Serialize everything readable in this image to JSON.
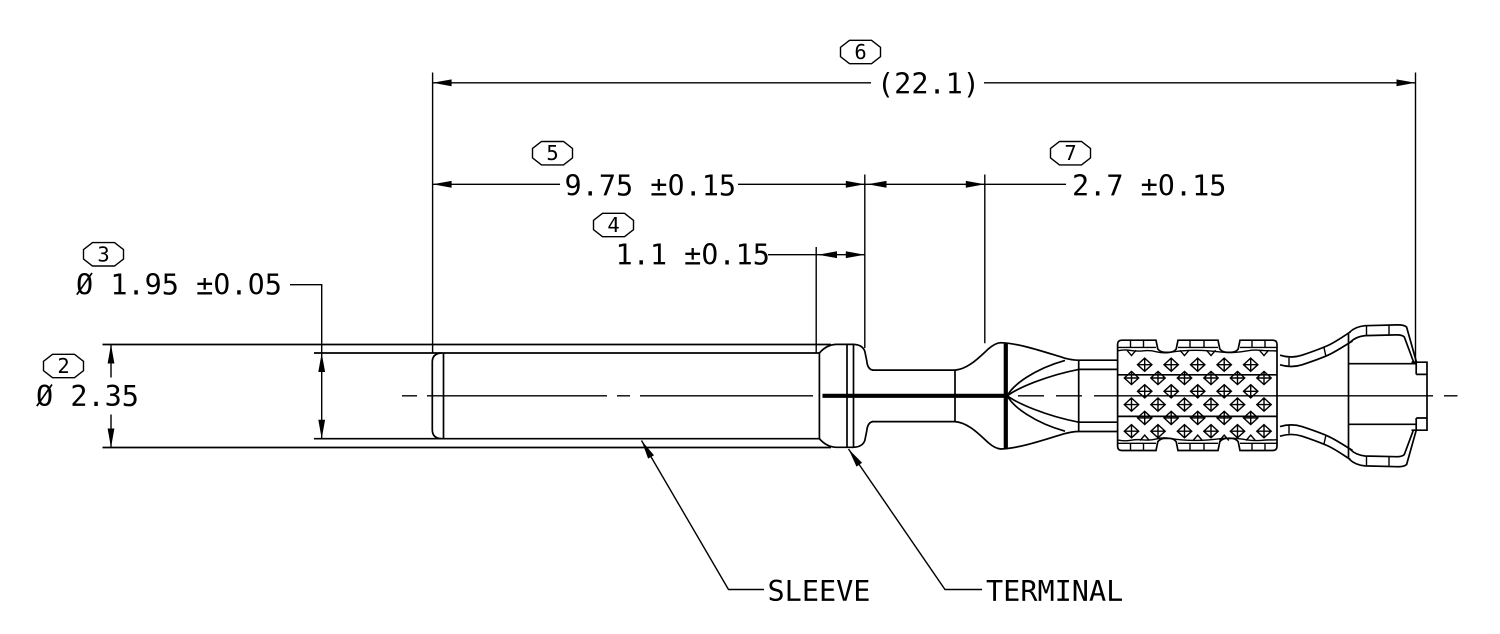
{
  "drawing": {
    "kind": "mechanical-part-side-view",
    "colors": {
      "ink": "#000000",
      "background": "#ffffff"
    },
    "labels": {
      "sleeve": "SLEEVE",
      "terminal": "TERMINAL"
    },
    "dims": {
      "d2": {
        "balloon": "2",
        "value": "Ø 2.35"
      },
      "d3": {
        "balloon": "3",
        "value": "Ø 1.95 ±0.05"
      },
      "d4": {
        "balloon": "4",
        "value": "1.1 ±0.15"
      },
      "d5": {
        "balloon": "5",
        "value": "9.75 ±0.15"
      },
      "d6": {
        "balloon": "6",
        "value": "(22.1)"
      },
      "d7": {
        "balloon": "7",
        "value": "2.7 ±0.15"
      }
    }
  }
}
